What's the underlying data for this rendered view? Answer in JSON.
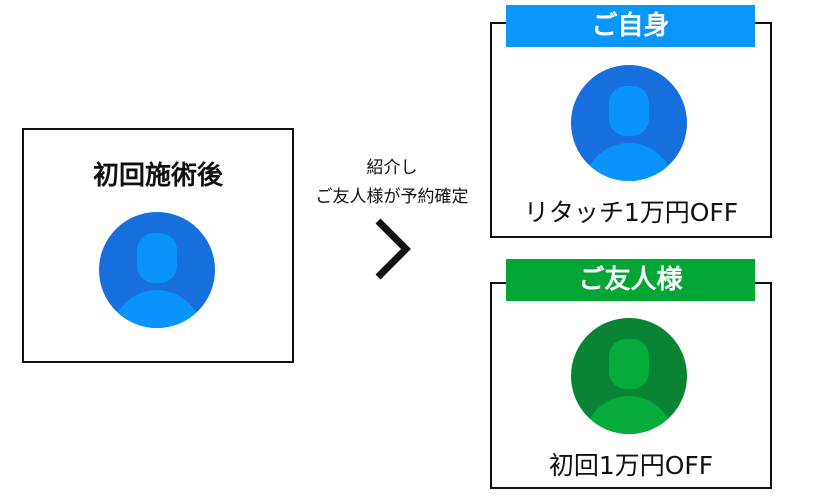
{
  "left": {
    "title": "初回施術後"
  },
  "middle": {
    "line1": "紹介し",
    "line2": "ご友人様が予約確定"
  },
  "self_card": {
    "header": "ご自身",
    "benefit": "リタッチ1万円OFF"
  },
  "friend_card": {
    "header": "ご友人様",
    "benefit": "初回1万円OFF"
  },
  "colors": {
    "blue_header": "#0a97fb",
    "blue_avatar": "#166fdc",
    "blue_light": "#0a93fb",
    "green_header": "#03a534",
    "green_avatar": "#0b8334",
    "green_light": "#06ab3a"
  }
}
